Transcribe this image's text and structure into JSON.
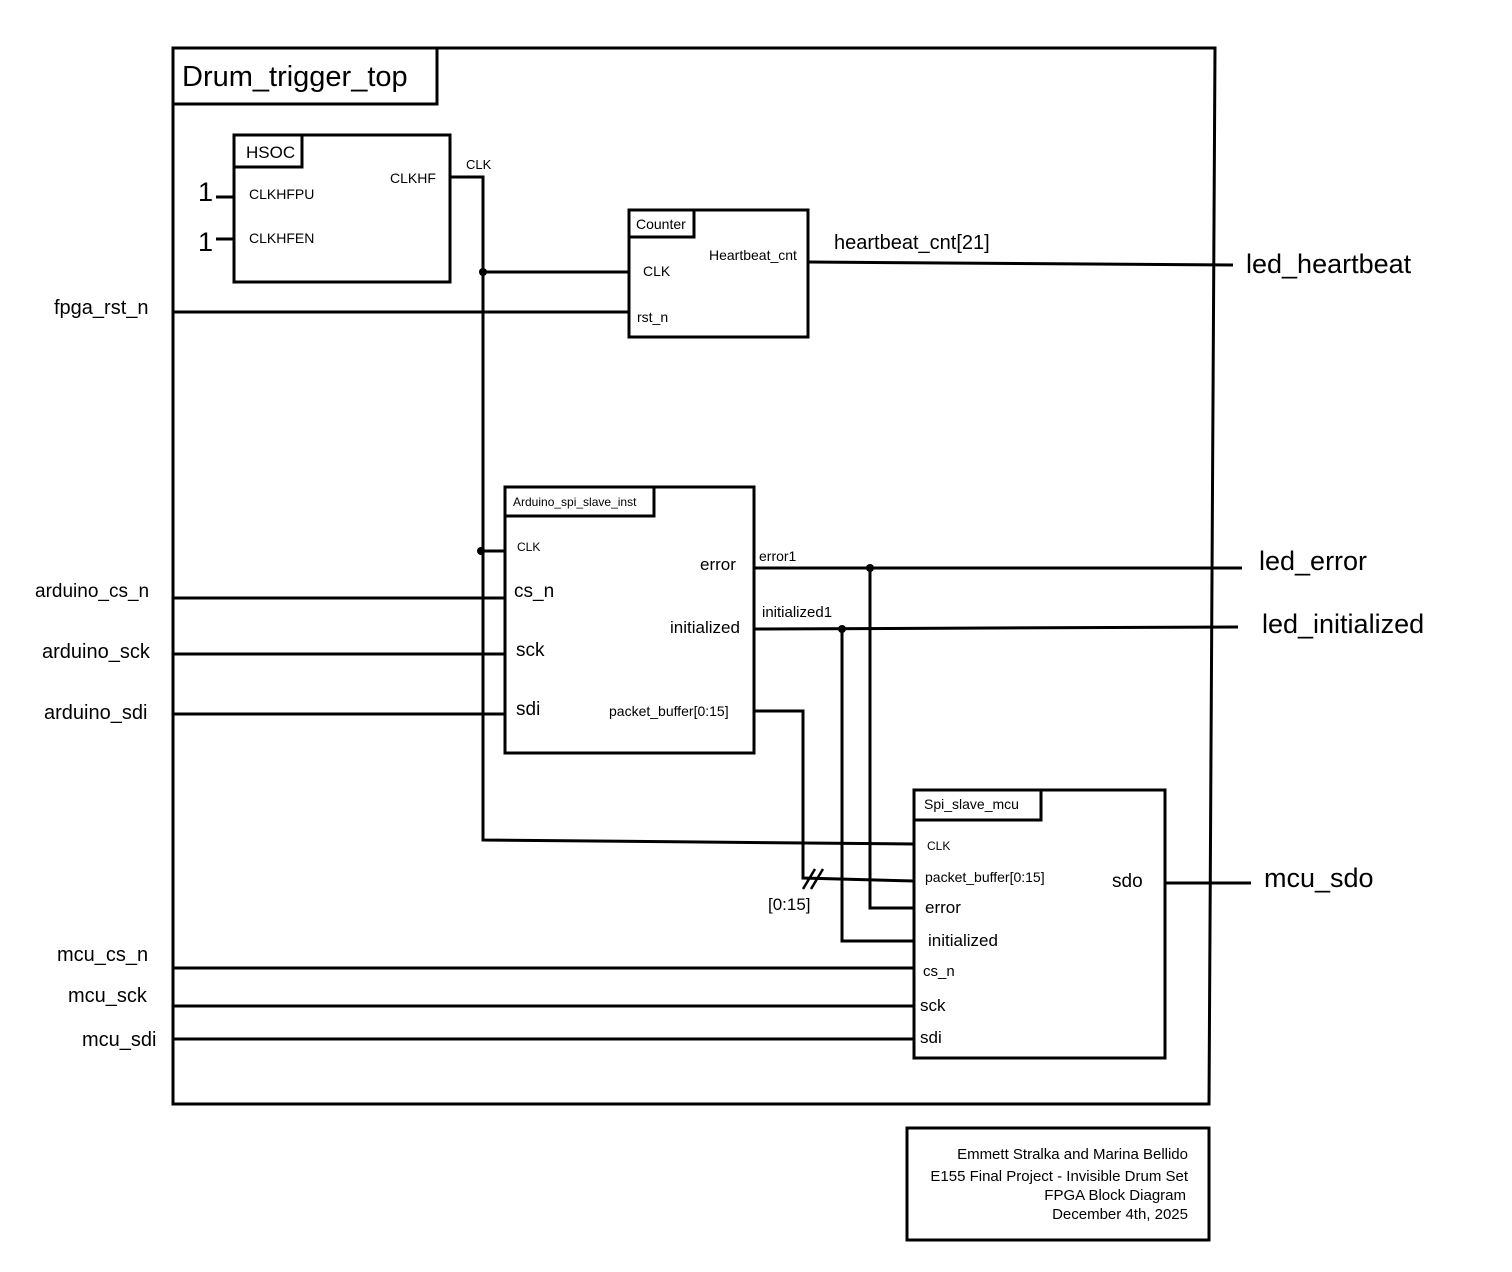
{
  "top_module": "Drum_trigger_top",
  "hsoc": {
    "name": "HSOC",
    "in1": "CLKHFPU",
    "in2": "CLKHFEN",
    "out": "CLKHF",
    "tie1": "1",
    "tie2": "1"
  },
  "clk_net": "CLK",
  "counter": {
    "name": "Counter",
    "in_clk": "CLK",
    "in_rst": "rst_n",
    "out": "Heartbeat_cnt"
  },
  "heartbeat_net": "heartbeat_cnt[21]",
  "arduino_spi": {
    "name": "Arduino_spi_slave_inst",
    "in_clk": "CLK",
    "in_cs": "cs_n",
    "in_sck": "sck",
    "in_sdi": "sdi",
    "out_error": "error",
    "out_init": "initialized",
    "out_packet": "packet_buffer[0:15]"
  },
  "error_net": "error1",
  "init_net": "initialized1",
  "bus_width": "[0:15]",
  "spi_mcu": {
    "name": "Spi_slave_mcu",
    "in_clk": "CLK",
    "in_packet": "packet_buffer[0:15]",
    "in_error": "error",
    "in_init": "initialized",
    "in_cs": "cs_n",
    "in_sck": "sck",
    "in_sdi": "sdi",
    "out_sdo": "sdo"
  },
  "inputs": {
    "fpga_rst_n": "fpga_rst_n",
    "arduino_cs_n": "arduino_cs_n",
    "arduino_sck": "arduino_sck",
    "arduino_sdi": "arduino_sdi",
    "mcu_cs_n": "mcu_cs_n",
    "mcu_sck": "mcu_sck",
    "mcu_sdi": "mcu_sdi"
  },
  "outputs": {
    "led_heartbeat": "led_heartbeat",
    "led_error": "led_error",
    "led_initialized": "led_initialized",
    "mcu_sdo": "mcu_sdo"
  },
  "footer": {
    "line1": "Emmett Stralka and Marina Bellido",
    "line2": "E155 Final Project - Invisible Drum Set",
    "line3": "FPGA Block Diagram",
    "line4": "December 4th, 2025"
  }
}
